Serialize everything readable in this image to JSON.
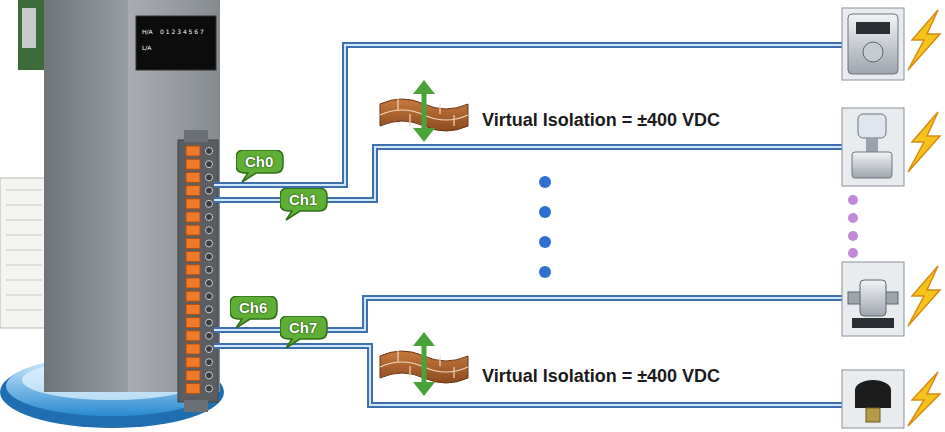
{
  "diagram": {
    "nodes": [
      {
        "text": [
          "Ch0"
        ]
      },
      {
        "text": [
          "Ch1"
        ]
      },
      {
        "text": [
          "Ch6"
        ]
      },
      {
        "text": [
          "Ch7"
        ]
      }
    ],
    "labels": [
      "H/A",
      "0 1 2 3 4 5 6 7",
      "L/A",
      "Virtual Isolation = ±400 VDC",
      "Virtual Isolation = ±400 VDC"
    ]
  }
}
